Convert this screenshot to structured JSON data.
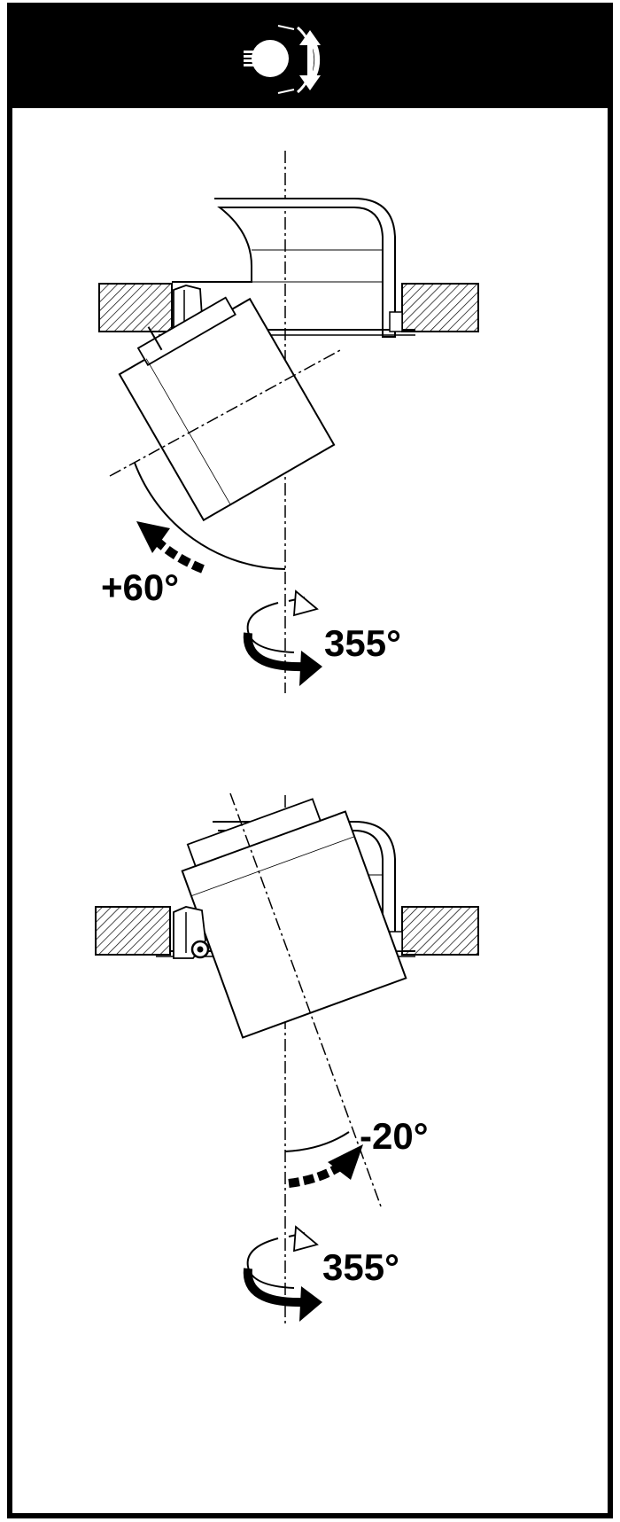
{
  "header": {
    "icon": "adjustable-spotlight-icon"
  },
  "colors": {
    "ink": "#000000",
    "paper": "#ffffff",
    "light_ink": "#666666"
  },
  "diagrams": [
    {
      "id": "tilt-positive",
      "tilt": {
        "label": "+60°",
        "value_degrees": 60
      },
      "rotation": {
        "label": "355°",
        "value_degrees": 355
      }
    },
    {
      "id": "tilt-negative",
      "tilt": {
        "label": "-20°",
        "value_degrees": -20
      },
      "rotation": {
        "label": "355°",
        "value_degrees": 355
      }
    }
  ]
}
